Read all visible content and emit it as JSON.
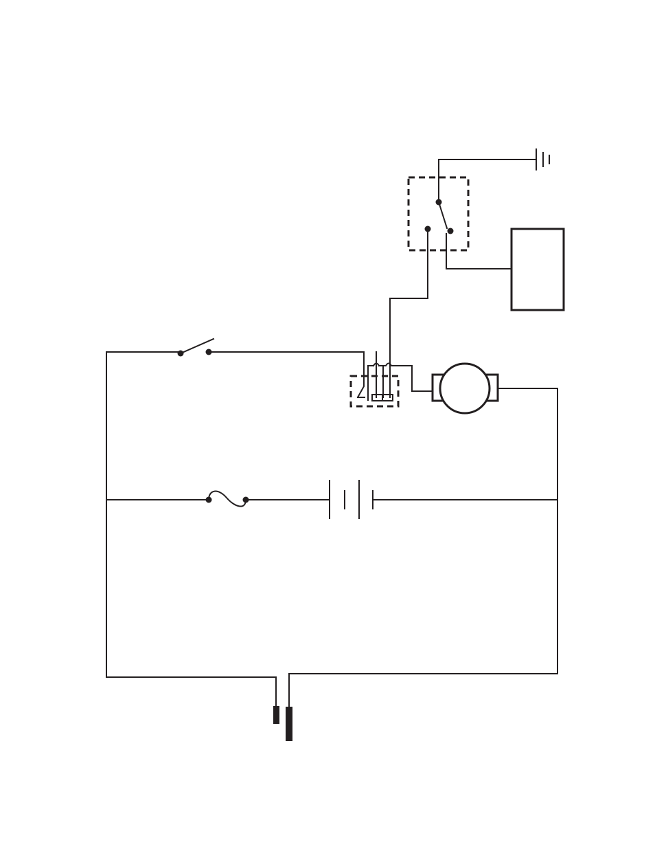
{
  "diagram": {
    "type": "wiring-schematic",
    "labels": [],
    "colors": {
      "line": "#231f20",
      "background": "#ffffff"
    },
    "components": [
      {
        "name": "ground-symbol",
        "kind": "ground"
      },
      {
        "name": "selector-switch",
        "kind": "spdt-switch-in-dashed-box"
      },
      {
        "name": "control-module",
        "kind": "rectangle-block"
      },
      {
        "name": "toggle-switch",
        "kind": "spst-switch"
      },
      {
        "name": "relay-module",
        "kind": "thermal-relay-in-dashed-box"
      },
      {
        "name": "motor",
        "kind": "dc-motor"
      },
      {
        "name": "fuse",
        "kind": "fuse"
      },
      {
        "name": "battery",
        "kind": "battery"
      },
      {
        "name": "connector-terminals",
        "kind": "terminal-pair"
      }
    ]
  }
}
